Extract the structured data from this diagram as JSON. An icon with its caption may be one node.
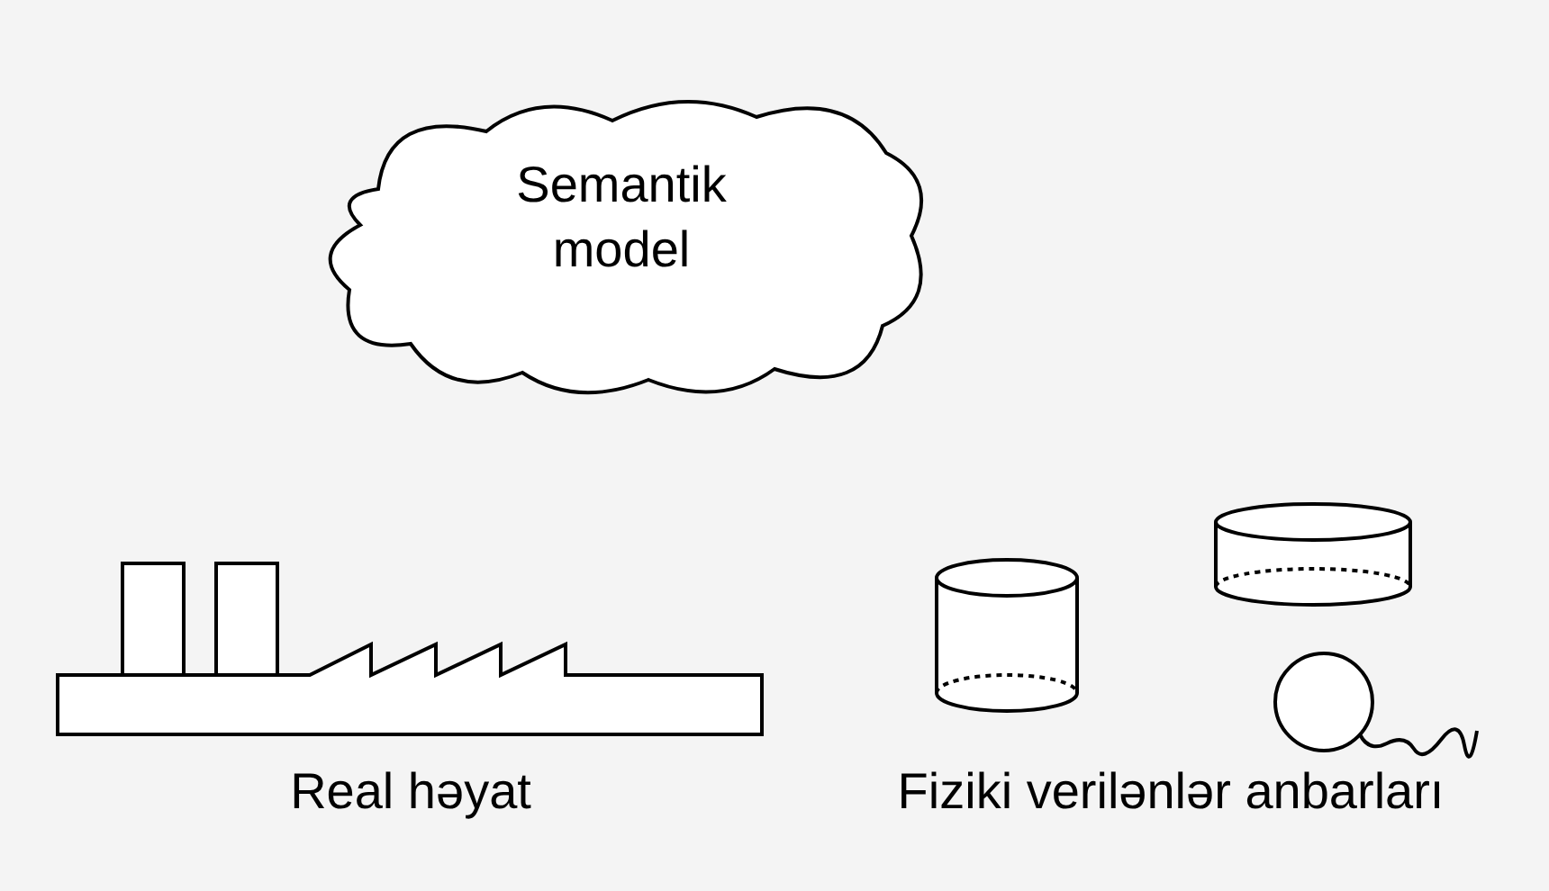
{
  "diagram": {
    "nodes": [
      {
        "text": [
          "Semantik model"
        ]
      },
      {
        "text": [
          "Real həyat"
        ]
      },
      {
        "text": [
          "Fiziki verilənlər anbarları"
        ]
      }
    ]
  }
}
